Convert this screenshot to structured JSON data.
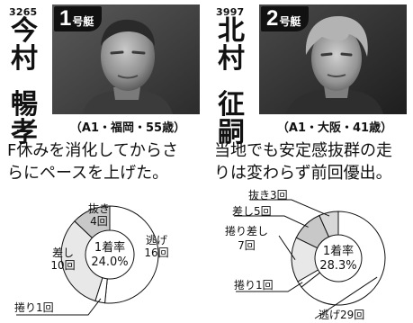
{
  "cards": [
    {
      "reg_no": "3265",
      "family_name": [
        "今",
        "村"
      ],
      "given_name": [
        "暢",
        "孝"
      ],
      "boat": {
        "number": "1",
        "suffix": "号艇"
      },
      "info": "（A1・福岡・55歳）",
      "comment_lines": [
        "F休みを消化してからさ",
        "らにペースを上げた。"
      ]
    },
    {
      "reg_no": "3997",
      "family_name": [
        "北",
        "村"
      ],
      "given_name": [
        "征",
        "嗣"
      ],
      "boat": {
        "number": "2",
        "suffix": "号艇"
      },
      "info": "（A1・大阪・41歳）",
      "comment_lines": [
        "当地でも安定感抜群の走",
        "りは変わらず前回優出。"
      ]
    }
  ],
  "chart_data": [
    {
      "type": "pie",
      "center_label": [
        "1着率",
        "24.0%"
      ],
      "slices": [
        {
          "name": "逃げ",
          "count": "16回",
          "value": 16,
          "color": "#ffffff"
        },
        {
          "name": "捲り",
          "count": "1回",
          "value": 1,
          "color": "#ffffff"
        },
        {
          "name": "差し",
          "count": "10回",
          "value": 10,
          "color": "#e8e8e8"
        },
        {
          "name": "抜き",
          "count": "4回",
          "value": 4,
          "color": "#c8c8c8"
        }
      ]
    },
    {
      "type": "pie",
      "center_label": [
        "1着率",
        "28.3%"
      ],
      "slices": [
        {
          "name": "逃げ",
          "count": "29回",
          "value": 29,
          "color": "#ffffff"
        },
        {
          "name": "捲り",
          "count": "1回",
          "value": 1,
          "color": "#ffffff"
        },
        {
          "name": "捲り差し",
          "count": "7回",
          "value": 7,
          "color": "#e8e8e8"
        },
        {
          "name": "差し",
          "count": "5回",
          "value": 5,
          "color": "#c8c8c8"
        },
        {
          "name": "抜き",
          "count": "3回",
          "value": 3,
          "color": "#d8d8d8"
        }
      ]
    }
  ]
}
